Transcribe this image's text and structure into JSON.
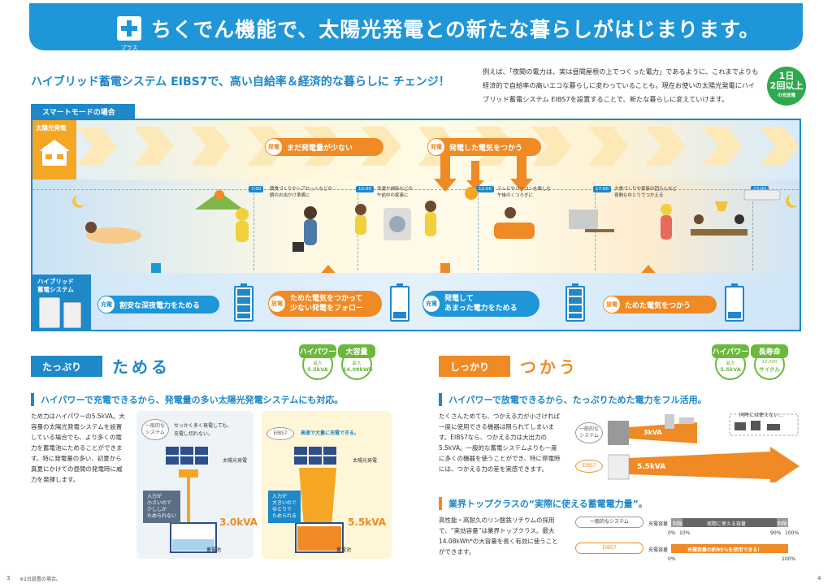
{
  "banner": {
    "plus_label": "プラス",
    "title": "ちくでん機能で、太陽光発電との新たな暮らしがはじまります。"
  },
  "lead": "ハイブリッド蓄電システム EIBS7で、高い自給率＆経済的な暮らしに チェンジ！",
  "intro": "例えば、「夜間の電力は、実は昼間屋根の上でつくった電力」であるように、これまでよりも経済的で自給率の高いエコな暮らしに変わっていることも。現在お使いの太陽光発電にハイブリッド蓄電システム EIBS7を設置することで、新たな暮らしに変えていけます。",
  "badge": {
    "l1": "1日",
    "l2": "2回以上",
    "l3": "の充放電"
  },
  "smart": {
    "tab": "スマートモードの場合",
    "solar": "太陽光発電",
    "hybrid_l1": "ハイブリッド",
    "hybrid_l2": "蓄電システム"
  },
  "solar_pills": [
    {
      "tag": "発電",
      "text": "まだ発電量が少ない"
    },
    {
      "tag": "発電",
      "text": "発電した電気をつかう"
    }
  ],
  "times": [
    {
      "t": "7:00",
      "note": "朝食づくりやヘアセットなどの\n朝のお出かけ準備に"
    },
    {
      "t": "10:00",
      "note": "洗濯や掃除などの\n午前中の家事に"
    },
    {
      "t": "12:00",
      "note": "テレビやパソコンを楽しむ\n午後のくつろぎに"
    },
    {
      "t": "17:00",
      "note": "夕食づくりや家族の団らんなど\n夜間もゆとりでつかえる"
    },
    {
      "t": "23:00",
      "note": ""
    }
  ],
  "batt_pills": [
    {
      "tag": "充電",
      "text": "割安な深夜電力をためる"
    },
    {
      "tag": "放電",
      "text": "ためた電気をつかって\n少ない発電をフォロー"
    },
    {
      "tag": "充電",
      "text": "発電して\nあまった電力をためる"
    },
    {
      "tag": "放電",
      "text": "ためた電気をつかう"
    }
  ],
  "left": {
    "tab": "たっぷり",
    "big": "ためる",
    "c1": {
      "a": "ハイパワー",
      "b": "最大",
      "c": "5.5kVA"
    },
    "c2": {
      "a": "大容量",
      "b": "最大",
      "c": "14.08kWh"
    },
    "subhead": "ハイパワーで充電できるから、発電量の多い太陽光発電システムにも対応。",
    "body": "ため力はハイパワーの5.5kVA。大容量の太陽光発電システムを設置している場合でも、より多くの電力を蓄電池にためることができます。特に発電量の多い、初夏から真夏にかけての昼間の発電時に威力を発揮します。",
    "gen": {
      "label": "一般的な\nシステム",
      "msg": "せっかく多く発電しても、\n充電し切れない。",
      "panel": "太陽光発電",
      "side": "入力が\n小さいので\n少ししか\nためられない",
      "val": "3.0kVA",
      "batt": "蓄電池"
    },
    "eibs": {
      "label": "EIBS7",
      "msg": "高速で大量に充電できる。",
      "panel": "太陽光発電",
      "side": "入力が\n大きいので\nゆとりで\nためられる",
      "val": "5.5kVA",
      "batt": "蓄電池"
    }
  },
  "right": {
    "tab": "しっかり",
    "big": "つかう",
    "c1": {
      "a": "ハイパワー",
      "b": "最大",
      "c": "5.5kVA"
    },
    "c2": {
      "a": "長寿命",
      "b": "12,000",
      "c": "サイクル"
    },
    "subhead": "ハイパワーで放電できるから、たっぷりためた電力をフル活用。",
    "body": "たくさんためても、つかえる力が小さければ一度に使用できる機器は限られてしまいます。EIBS7なら、つかえる力は大出力の5.5kVA。一般的な蓄電システムよりも一度に多くの機器を使うことができ、特に停電時には、つかえる力の差を実感できます。",
    "gen_label": "一般的な\nシステム",
    "gen_val": "3kVA",
    "eibs_label": "EIBS7",
    "eibs_val": "5.5kVA",
    "unused": "同時には使えない…",
    "subhead2": "業界トップクラスの“実際に使える蓄電電力量”。",
    "body2": "高性能・高耐久のリン酸鉄リチウムの採用で、“実効容量”は業界トップクラス。最大14.08kWh*の大容量を長く有効に使うことができます。",
    "cap": {
      "gen_label": "一般的なシステム",
      "eibs_label": "EIBS7",
      "row_label": "充電容量",
      "seg_left": "制限",
      "seg_mid": "実際に使える容量",
      "seg_right": "制限",
      "eibs_bar": "充電容量の約95%を使用できる!",
      "ticks_gen": [
        "0%",
        "10%",
        "90%",
        "100%"
      ],
      "ticks_eibs": [
        "0%",
        "100%"
      ]
    }
  },
  "footer": {
    "p3": "3",
    "note": "※2台設置の場合。",
    "p4": "4"
  }
}
